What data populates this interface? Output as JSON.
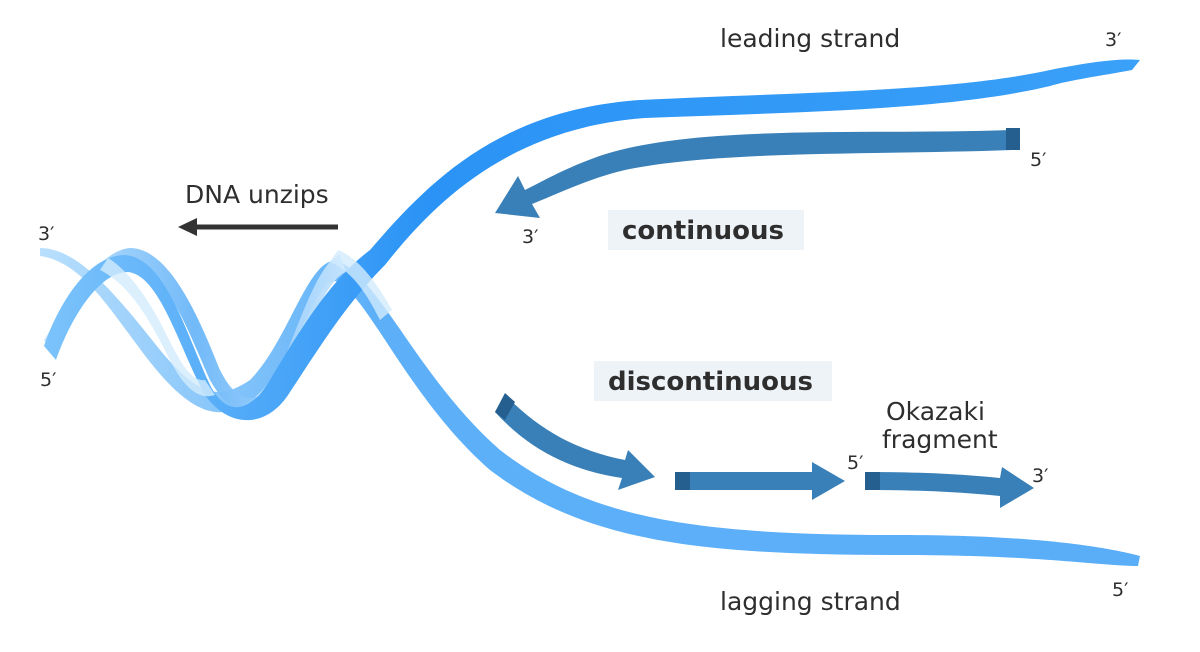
{
  "labels": {
    "leading_strand": "leading strand",
    "lagging_strand": "lagging strand",
    "dna_unzips": "DNA unzips",
    "continuous": "continuous",
    "discontinuous": "discontinuous",
    "okazaki_line1": "Okazaki",
    "okazaki_line2": "fragment"
  },
  "ends": {
    "helix_top": "3′",
    "helix_bottom": "5′",
    "leading_right": "3′",
    "continuous_start": "5′",
    "continuous_end": "3′",
    "lagging_right": "5′",
    "fragment_start": "5′",
    "fragment_end": "3′"
  },
  "colors": {
    "strand_blue": "#2f96f6",
    "strand_light": "#a9d6fb",
    "new_strand": "#3a80b8",
    "new_strand_cap": "#245f90",
    "arrow_dark": "#333333",
    "label_box": "#eef3f8"
  }
}
